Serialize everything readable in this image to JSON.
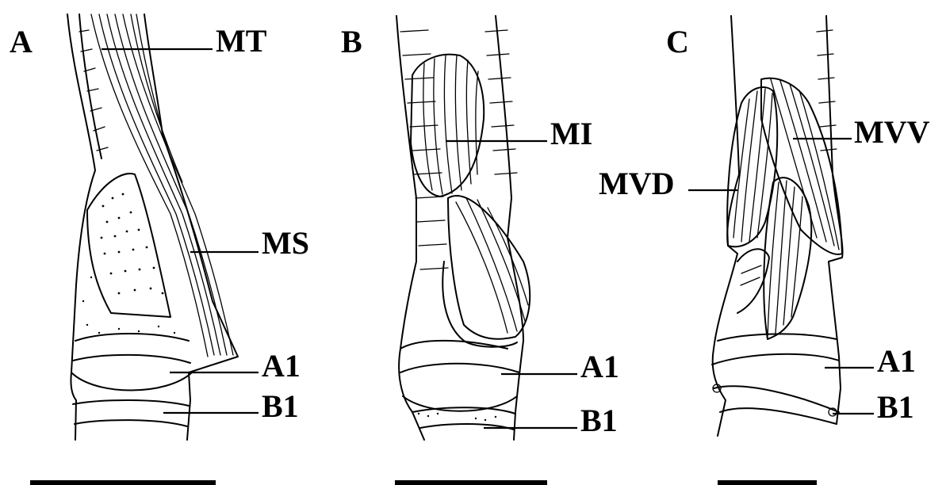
{
  "panels": [
    {
      "letter": "A",
      "labels": {
        "top": "MT",
        "mid": "MS",
        "a": "A1",
        "b": "B1"
      }
    },
    {
      "letter": "B",
      "labels": {
        "top": "MI",
        "a": "A1",
        "b": "B1"
      }
    },
    {
      "letter": "C",
      "labels": {
        "top": "MVV",
        "mid": "MVD",
        "a": "A1",
        "b": "B1"
      }
    }
  ]
}
